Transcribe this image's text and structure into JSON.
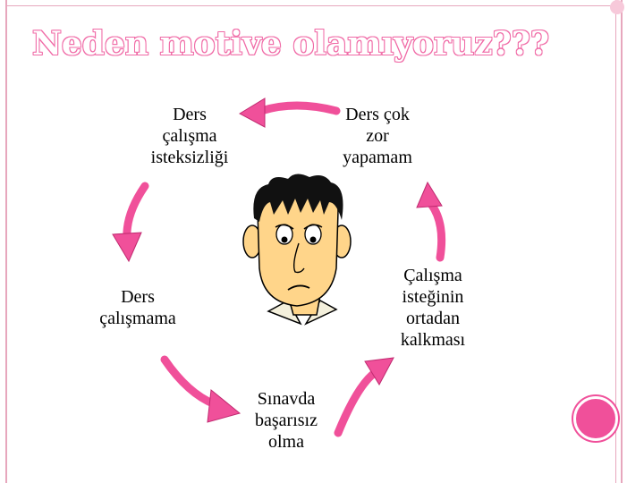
{
  "title": "Neden motive olamıyoruz???",
  "nodes": {
    "top_left": [
      "Ders",
      "çalışma",
      "isteksizliği"
    ],
    "top_right": [
      "Ders çok",
      "zor",
      "yapamam"
    ],
    "mid_left": [
      "Ders",
      "çalışmama"
    ],
    "mid_right": [
      "Çalışma",
      "isteğinin",
      "ortadan",
      "kalkması"
    ],
    "bottom": [
      "Sınavda",
      "başarısız",
      "olma"
    ]
  },
  "colors": {
    "accent": "#f0509a",
    "frame": "#e7a7bd",
    "title_outline": "#f06aa6"
  },
  "icons": {
    "center_image": "sad-face-cartoon"
  }
}
